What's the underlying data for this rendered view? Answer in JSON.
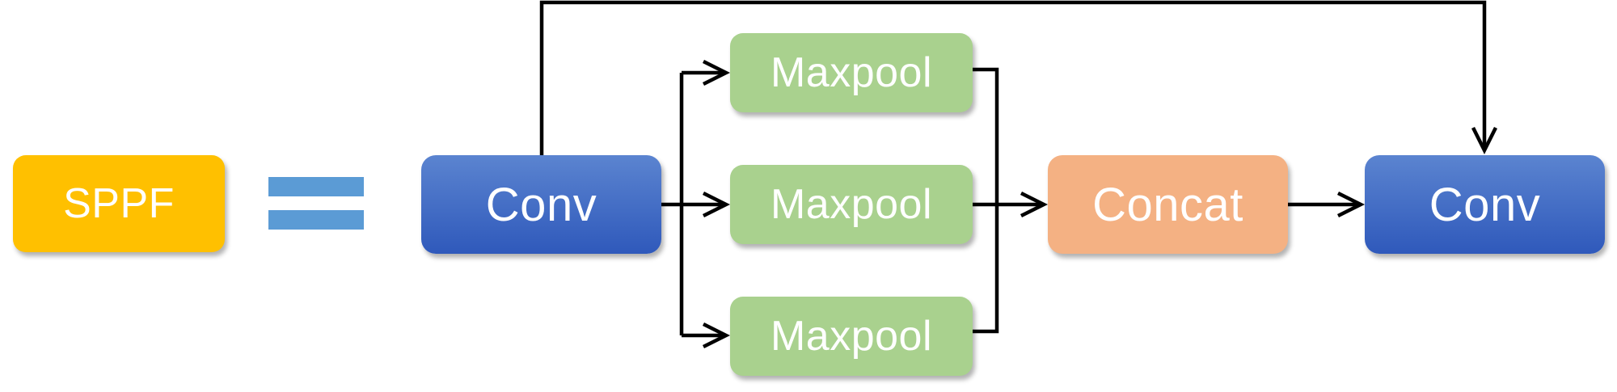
{
  "colors": {
    "sppf": "#FFC000",
    "conv_top": "#5B84D0",
    "conv_bottom": "#2F59BB",
    "maxpool": "#A9D18E",
    "concat": "#F4B183",
    "equals": "#5B9BD5",
    "wire": "#000000"
  },
  "left": {
    "label": "SPPF"
  },
  "nodes": {
    "conv_in": "Conv",
    "maxpool_1": "Maxpool",
    "maxpool_2": "Maxpool",
    "maxpool_3": "Maxpool",
    "concat": "Concat",
    "conv_out": "Conv"
  }
}
